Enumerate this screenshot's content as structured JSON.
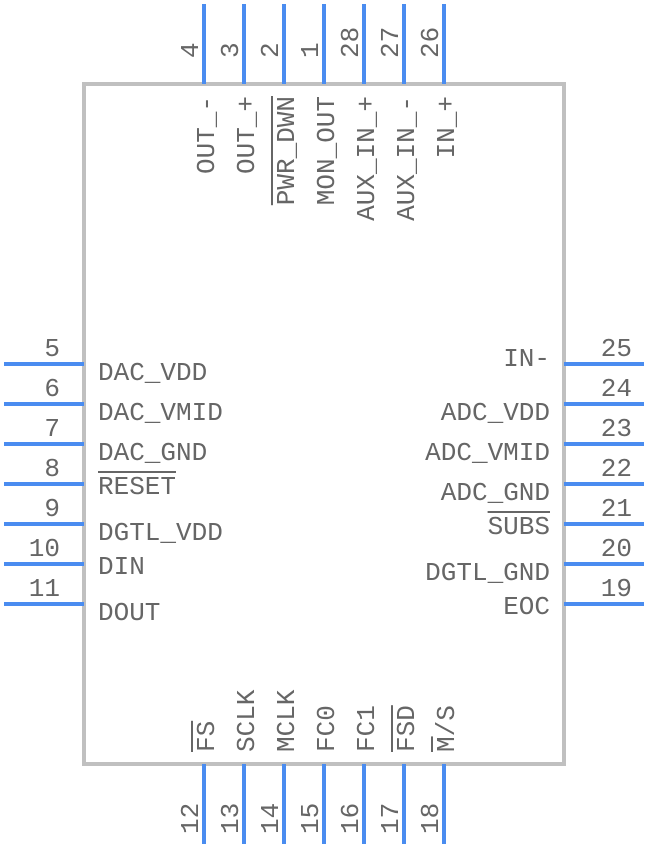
{
  "component": {
    "package_pin_count": 28,
    "colors": {
      "pin": "#4a8cf0",
      "body_outline": "#c0c0c0",
      "text": "#666666"
    }
  },
  "pins": {
    "top": [
      {
        "number": "4",
        "name": "OUT_-",
        "overbar": null
      },
      {
        "number": "3",
        "name": "OUT_+",
        "overbar": null
      },
      {
        "number": "2",
        "name": "PWR_DWN",
        "overbar": "PWR_DWN"
      },
      {
        "number": "1",
        "name": "MON_OUT",
        "overbar": null
      },
      {
        "number": "28",
        "name": "AUX_IN_+",
        "overbar": null
      },
      {
        "number": "27",
        "name": "AUX_IN_-",
        "overbar": null
      },
      {
        "number": "26",
        "name": "IN_+",
        "overbar": null
      }
    ],
    "left": [
      {
        "number": "5",
        "name": "DAC_VDD",
        "overbar": null
      },
      {
        "number": "6",
        "name": "DAC_VMID",
        "overbar": null
      },
      {
        "number": "7",
        "name": "DAC_GND",
        "overbar": null
      },
      {
        "number": "8",
        "name": "RESET",
        "overbar": "RESET"
      },
      {
        "number": "9",
        "name": "DGTL_VDD",
        "overbar": null
      },
      {
        "number": "10",
        "name": "DIN",
        "overbar": null
      },
      {
        "number": "11",
        "name": "DOUT",
        "overbar": null
      }
    ],
    "right": [
      {
        "number": "25",
        "name": "IN-",
        "overbar": null
      },
      {
        "number": "24",
        "name": "ADC_VDD",
        "overbar": null
      },
      {
        "number": "23",
        "name": "ADC_VMID",
        "overbar": null
      },
      {
        "number": "22",
        "name": "ADC_GND",
        "overbar": null
      },
      {
        "number": "21",
        "name": "SUBS",
        "overbar": "SUBS"
      },
      {
        "number": "20",
        "name": "DGTL_GND",
        "overbar": null
      },
      {
        "number": "19",
        "name": "EOC",
        "overbar": null
      }
    ],
    "bottom": [
      {
        "number": "12",
        "name": "FS",
        "overbar": "FS"
      },
      {
        "number": "13",
        "name": "SCLK",
        "overbar": null
      },
      {
        "number": "14",
        "name": "MCLK",
        "overbar": null
      },
      {
        "number": "15",
        "name": "FC0",
        "overbar": null
      },
      {
        "number": "16",
        "name": "FC1",
        "overbar": null
      },
      {
        "number": "17",
        "name": "FSD",
        "overbar": "FSD"
      },
      {
        "number": "18",
        "name": "M/S",
        "overbar": "M"
      }
    ]
  }
}
